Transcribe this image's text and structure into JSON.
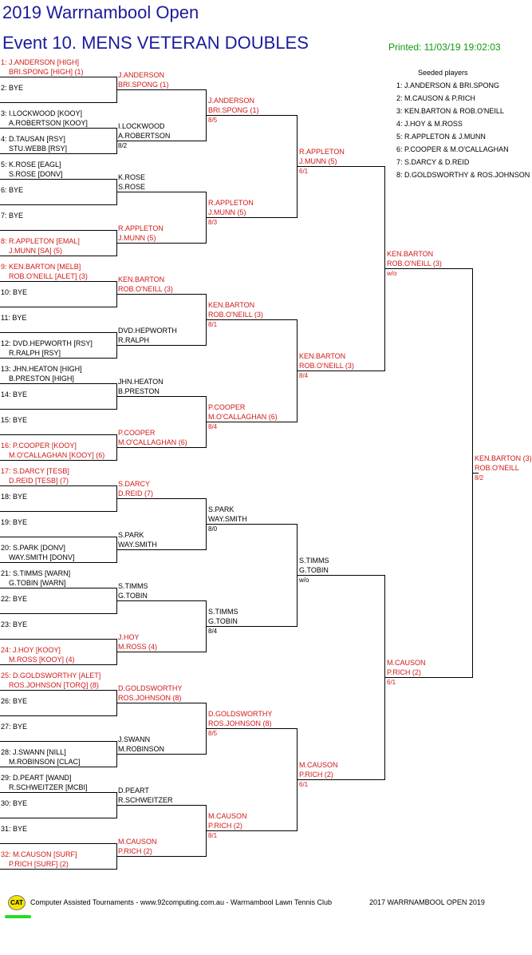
{
  "header": {
    "title": "2019 Warrnambool Open",
    "event_title": "Event 10. MENS VETERAN DOUBLES",
    "printed": "Printed: 11/03/19 19:02:03"
  },
  "seeded": {
    "heading": "Seeded players",
    "items": [
      "1: J.ANDERSON & BRI.SPONG",
      "2: M.CAUSON & P.RICH",
      "3: KEN.BARTON & ROB.O'NEILL",
      "4: J.HOY & M.ROSS",
      "5: R.APPLETON & J.MUNN",
      "6: P.COOPER & M.O'CALLAGHAN",
      "7: S.DARCY & D.REID",
      "8: D.GOLDSWORTHY & ROS.JOHNSON"
    ]
  },
  "draw": [
    {
      "l1": "1: J.ANDERSON [HIGH]",
      "l2": "BRI.SPONG [HIGH] (1)",
      "seeded": true
    },
    {
      "l1": "2: BYE",
      "l2": "",
      "seeded": false
    },
    {
      "l1": "3: I.LOCKWOOD [KOOY]",
      "l2": "A.ROBERTSON [KOOY]",
      "seeded": false
    },
    {
      "l1": "4: D.TAUSAN [RSY]",
      "l2": "STU.WEBB [RSY]",
      "seeded": false
    },
    {
      "l1": "5: K.ROSE [EAGL]",
      "l2": "S.ROSE [DONV]",
      "seeded": false
    },
    {
      "l1": "6: BYE",
      "l2": "",
      "seeded": false
    },
    {
      "l1": "7: BYE",
      "l2": "",
      "seeded": false
    },
    {
      "l1": "8: R.APPLETON [EMAL]",
      "l2": "J.MUNN [SA] (5)",
      "seeded": true
    },
    {
      "l1": "9: KEN.BARTON [MELB]",
      "l2": "ROB.O'NEILL [ALET] (3)",
      "seeded": true
    },
    {
      "l1": "10: BYE",
      "l2": "",
      "seeded": false
    },
    {
      "l1": "11: BYE",
      "l2": "",
      "seeded": false
    },
    {
      "l1": "12: DVD.HEPWORTH [RSY]",
      "l2": "R.RALPH [RSY]",
      "seeded": false
    },
    {
      "l1": "13: JHN.HEATON [HIGH]",
      "l2": "B.PRESTON [HIGH]",
      "seeded": false
    },
    {
      "l1": "14: BYE",
      "l2": "",
      "seeded": false
    },
    {
      "l1": "15: BYE",
      "l2": "",
      "seeded": false
    },
    {
      "l1": "16: P.COOPER [KOOY]",
      "l2": "M.O'CALLAGHAN [KOOY] (6)",
      "seeded": true
    },
    {
      "l1": "17: S.DARCY [TESB]",
      "l2": "D.REID [TESB] (7)",
      "seeded": true
    },
    {
      "l1": "18: BYE",
      "l2": "",
      "seeded": false
    },
    {
      "l1": "19: BYE",
      "l2": "",
      "seeded": false
    },
    {
      "l1": "20: S.PARK [DONV]",
      "l2": "WAY.SMITH [DONV]",
      "seeded": false
    },
    {
      "l1": "21: S.TIMMS [WARN]",
      "l2": "G.TOBIN [WARN]",
      "seeded": false
    },
    {
      "l1": "22: BYE",
      "l2": "",
      "seeded": false
    },
    {
      "l1": "23: BYE",
      "l2": "",
      "seeded": false
    },
    {
      "l1": "24: J.HOY [KOOY]",
      "l2": "M.ROSS [KOOY] (4)",
      "seeded": true
    },
    {
      "l1": "25: D.GOLDSWORTHY [ALET]",
      "l2": "ROS.JOHNSON [TORQ] (8)",
      "seeded": true
    },
    {
      "l1": "26: BYE",
      "l2": "",
      "seeded": false
    },
    {
      "l1": "27: BYE",
      "l2": "",
      "seeded": false
    },
    {
      "l1": "28: J.SWANN [NILL]",
      "l2": "M.ROBINSON [CLAC]",
      "seeded": false
    },
    {
      "l1": "29: D.PEART [WAND]",
      "l2": "R.SCHWEITZER [MCBI]",
      "seeded": false
    },
    {
      "l1": "30: BYE",
      "l2": "",
      "seeded": false
    },
    {
      "l1": "31: BYE",
      "l2": "",
      "seeded": false
    },
    {
      "l1": "32: M.CAUSON [SURF]",
      "l2": "P.RICH [SURF] (2)",
      "seeded": true
    }
  ],
  "rounds": [
    [
      {
        "l1": "J.ANDERSON",
        "l2": "BRI.SPONG (1)",
        "score": "",
        "seeded": true
      },
      {
        "l1": "I.LOCKWOOD",
        "l2": "A.ROBERTSON",
        "score": "8/2",
        "seeded": false
      },
      {
        "l1": "K.ROSE",
        "l2": "S.ROSE",
        "score": "",
        "seeded": false
      },
      {
        "l1": "R.APPLETON",
        "l2": "J.MUNN (5)",
        "score": "",
        "seeded": true
      },
      {
        "l1": "KEN.BARTON",
        "l2": "ROB.O'NEILL (3)",
        "score": "",
        "seeded": true
      },
      {
        "l1": "DVD.HEPWORTH",
        "l2": "R.RALPH",
        "score": "",
        "seeded": false
      },
      {
        "l1": "JHN.HEATON",
        "l2": "B.PRESTON",
        "score": "",
        "seeded": false
      },
      {
        "l1": "P.COOPER",
        "l2": "M.O'CALLAGHAN (6)",
        "score": "",
        "seeded": true
      },
      {
        "l1": "S.DARCY",
        "l2": "D.REID (7)",
        "score": "",
        "seeded": true
      },
      {
        "l1": "S.PARK",
        "l2": "WAY.SMITH",
        "score": "",
        "seeded": false
      },
      {
        "l1": "S.TIMMS",
        "l2": "G.TOBIN",
        "score": "",
        "seeded": false
      },
      {
        "l1": "J.HOY",
        "l2": "M.ROSS (4)",
        "score": "",
        "seeded": true
      },
      {
        "l1": "D.GOLDSWORTHY",
        "l2": "ROS.JOHNSON (8)",
        "score": "",
        "seeded": true
      },
      {
        "l1": "J.SWANN",
        "l2": "M.ROBINSON",
        "score": "",
        "seeded": false
      },
      {
        "l1": "D.PEART",
        "l2": "R.SCHWEITZER",
        "score": "",
        "seeded": false
      },
      {
        "l1": "M.CAUSON",
        "l2": "P.RICH (2)",
        "score": "",
        "seeded": true
      }
    ],
    [
      {
        "l1": "J.ANDERSON",
        "l2": "BRI.SPONG (1)",
        "score": "8/5",
        "seeded": true
      },
      {
        "l1": "R.APPLETON",
        "l2": "J.MUNN (5)",
        "score": "8/3",
        "seeded": true
      },
      {
        "l1": "KEN.BARTON",
        "l2": "ROB.O'NEILL (3)",
        "score": "8/1",
        "seeded": true
      },
      {
        "l1": "P.COOPER",
        "l2": "M.O'CALLAGHAN (6)",
        "score": "8/4",
        "seeded": true
      },
      {
        "l1": "S.PARK",
        "l2": "WAY.SMITH",
        "score": "8/0",
        "seeded": false
      },
      {
        "l1": "S.TIMMS",
        "l2": "G.TOBIN",
        "score": "8/4",
        "seeded": false
      },
      {
        "l1": "D.GOLDSWORTHY",
        "l2": "ROS.JOHNSON (8)",
        "score": "8/5",
        "seeded": true
      },
      {
        "l1": "M.CAUSON",
        "l2": "P.RICH (2)",
        "score": "8/1",
        "seeded": true
      }
    ],
    [
      {
        "l1": "R.APPLETON",
        "l2": "J.MUNN (5)",
        "score": "6/1",
        "seeded": true
      },
      {
        "l1": "KEN.BARTON",
        "l2": "ROB.O'NEILL (3)",
        "score": "8/4",
        "seeded": true
      },
      {
        "l1": "S.TIMMS",
        "l2": "G.TOBIN",
        "score": "w/o",
        "seeded": false
      },
      {
        "l1": "M.CAUSON",
        "l2": "P.RICH (2)",
        "score": "6/1",
        "seeded": true
      }
    ],
    [
      {
        "l1": "KEN.BARTON",
        "l2": "ROB.O'NEILL (3)",
        "score": "w/o",
        "seeded": true
      },
      {
        "l1": "M.CAUSON",
        "l2": "P.RICH (2)",
        "score": "6/1",
        "seeded": true
      }
    ],
    [
      {
        "l1": "KEN.BARTON (3)",
        "l2": "ROB.O'NEILL",
        "score": "8/2",
        "seeded": true
      }
    ]
  ],
  "footer": {
    "logo": "CAT",
    "credit": "Computer Assisted Tournaments - www.92computing.com.au -  Warrnambool Lawn Tennis Club",
    "event": "2017 WARRNAMBOOL OPEN 2019"
  }
}
